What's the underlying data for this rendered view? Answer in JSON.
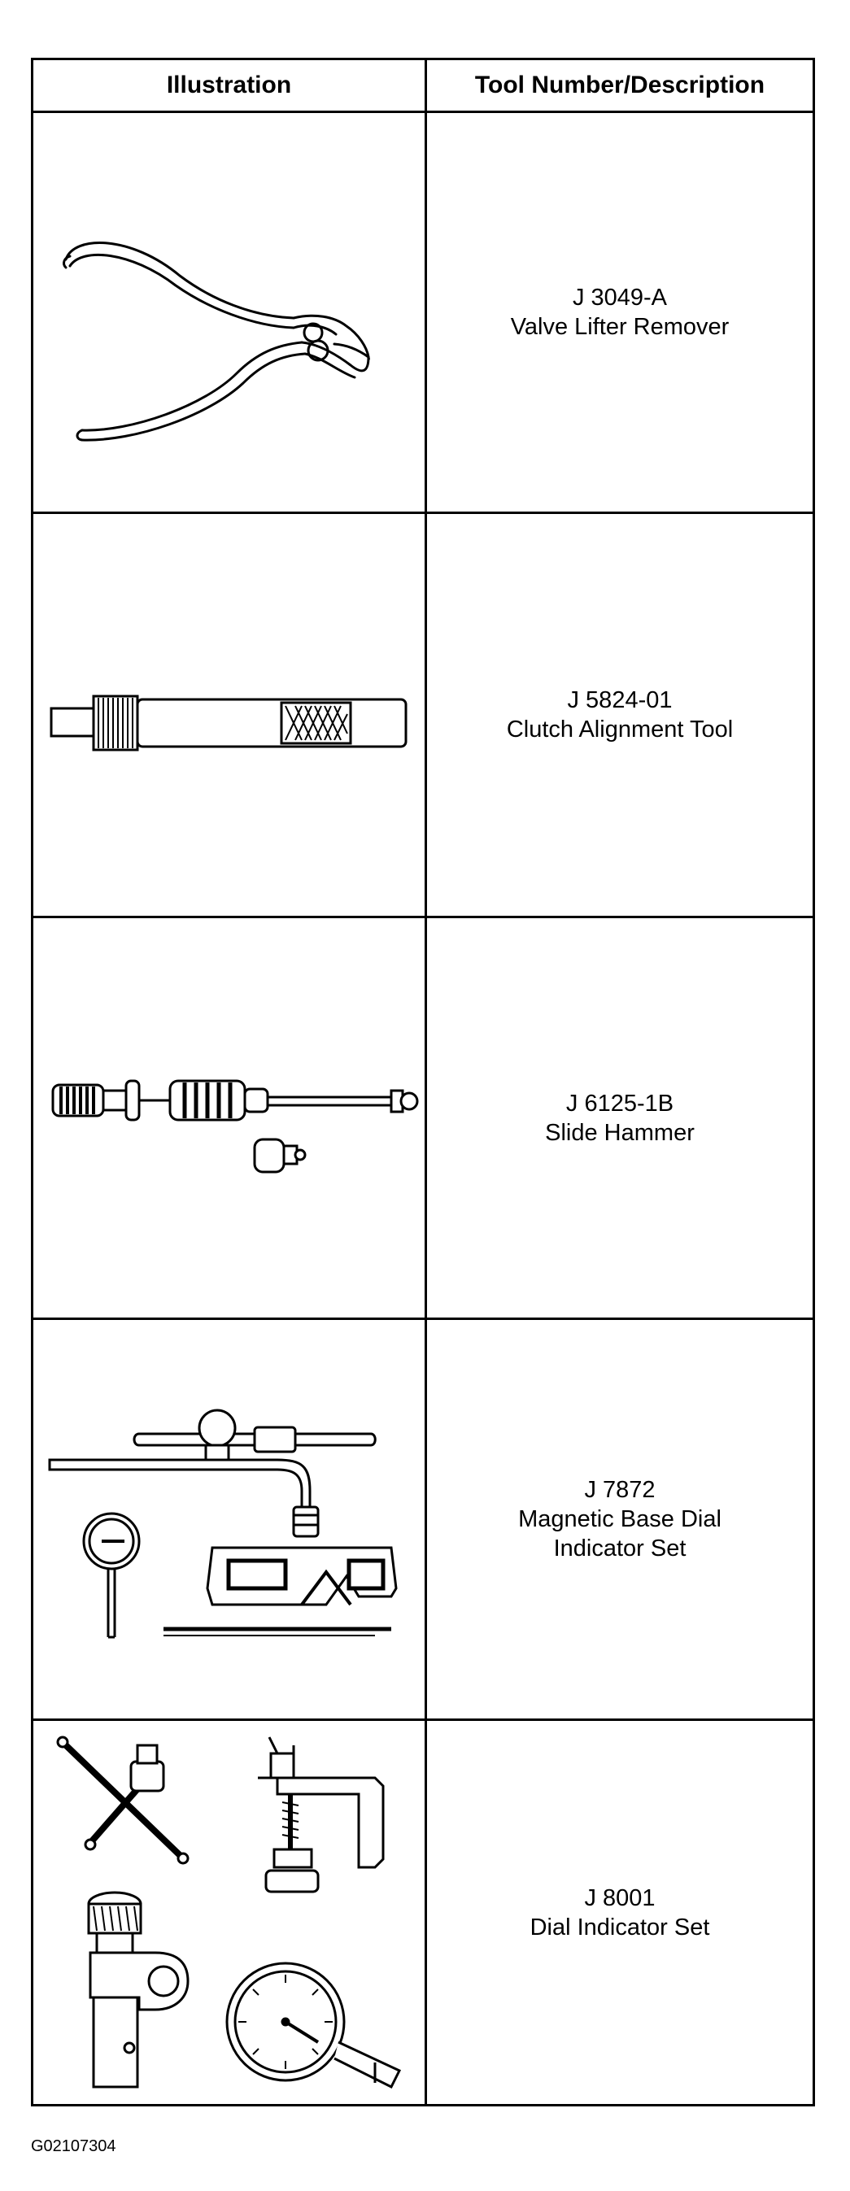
{
  "table": {
    "header_illustration": "Illustration",
    "header_description": "Tool Number/Description",
    "rows": [
      {
        "number": "J 3049-A",
        "desc_lines": [
          "Valve Lifter Remover"
        ],
        "icon": "pliers-icon"
      },
      {
        "number": "J 5824-01",
        "desc_lines": [
          "Clutch Alignment Tool"
        ],
        "icon": "clutch-alignment-tool-icon"
      },
      {
        "number": "J 6125-1B",
        "desc_lines": [
          "Slide Hammer"
        ],
        "icon": "slide-hammer-icon"
      },
      {
        "number": "J 7872",
        "desc_lines": [
          "Magnetic Base Dial",
          "Indicator Set"
        ],
        "icon": "magnetic-base-dial-indicator-icon"
      },
      {
        "number": "J 8001",
        "desc_lines": [
          "Dial Indicator Set"
        ],
        "icon": "dial-indicator-set-icon"
      }
    ]
  },
  "caption": "G02107304"
}
